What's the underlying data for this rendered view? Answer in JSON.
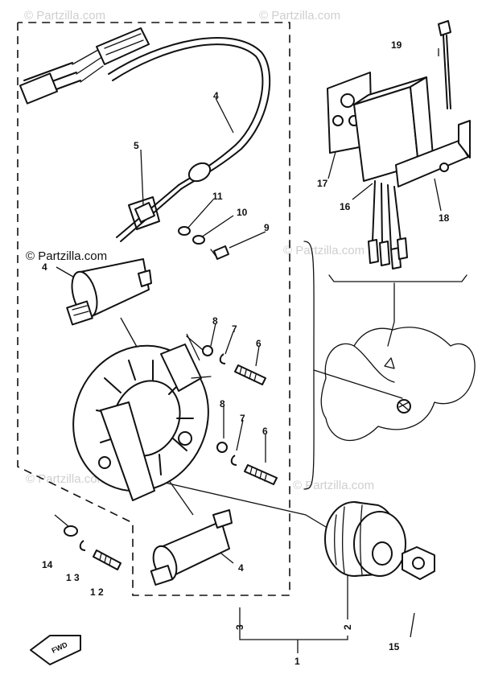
{
  "watermarks": {
    "main": "© Partzilla.com",
    "faint_top_left": "© Partzilla.com",
    "faint_top_right": "© Partzilla.com",
    "faint_mid_right": "© Partzilla.com",
    "faint_bottom_left": "© Partzilla.com",
    "faint_bottom_right": "© Partzilla.com"
  },
  "fwd_label": "FWD",
  "callouts": {
    "c1": "1",
    "c2": "2",
    "c3": "3",
    "c4a": "4",
    "c4b": "4",
    "c4c": "4",
    "c5": "5",
    "c6a": "6",
    "c6b": "6",
    "c7a": "7",
    "c7b": "7",
    "c8a": "8",
    "c8b": "8",
    "c9": "9",
    "c10": "10",
    "c11": "11",
    "c12": "1 2",
    "c13": "1 3",
    "c14": "14",
    "c15": "15",
    "c16": "16",
    "c17": "17",
    "c18": "18",
    "c19": "19"
  }
}
